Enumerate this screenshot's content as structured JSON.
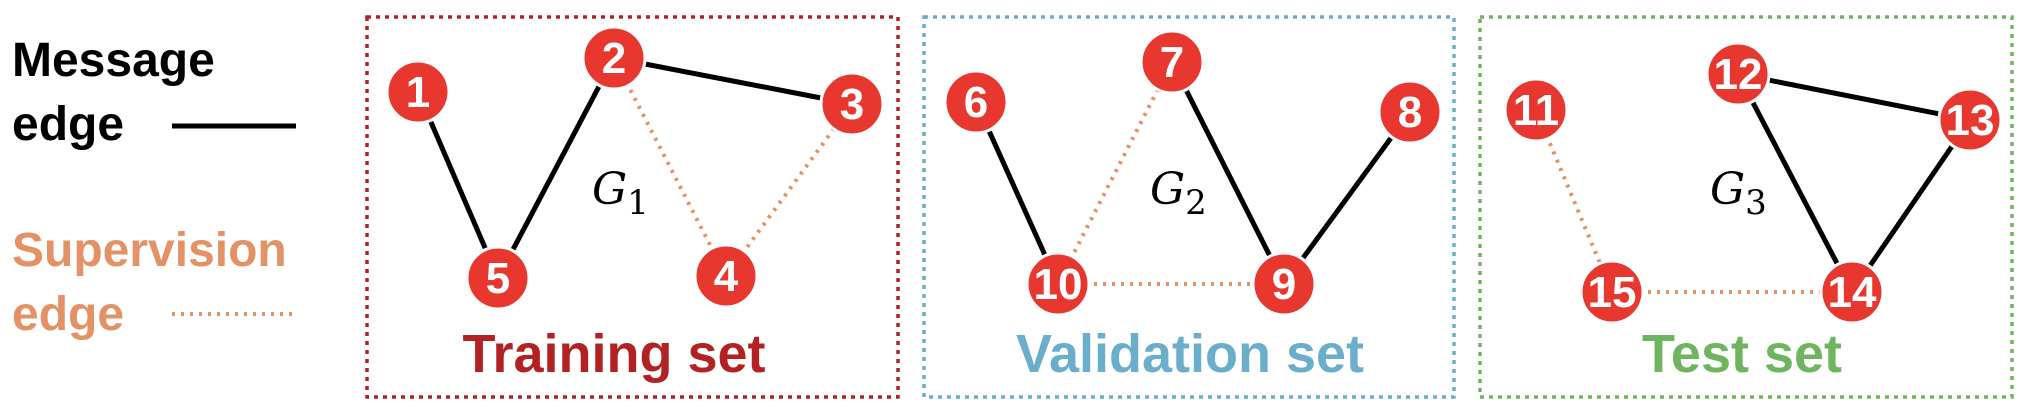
{
  "legend": {
    "message_edge_line1": "Message",
    "message_edge_line2": "edge",
    "supervision_edge_line1": "Supervision",
    "supervision_edge_line2": "edge"
  },
  "colors": {
    "node_fill": "#e8372e",
    "message_edge": "#000000",
    "supervision_edge": "#e39266",
    "training": "#b22222",
    "validation": "#6aaecb",
    "test": "#6fb560"
  },
  "panels": [
    {
      "id": "training",
      "title": "Training set",
      "graph_label": "G",
      "graph_sub": "1",
      "nodes": [
        "1",
        "2",
        "3",
        "4",
        "5"
      ],
      "message_edges": [
        [
          "1",
          "5"
        ],
        [
          "5",
          "2"
        ],
        [
          "2",
          "3"
        ]
      ],
      "supervision_edges": [
        [
          "2",
          "4"
        ],
        [
          "4",
          "3"
        ]
      ]
    },
    {
      "id": "validation",
      "title": "Validation set",
      "graph_label": "G",
      "graph_sub": "2",
      "nodes": [
        "6",
        "7",
        "8",
        "9",
        "10"
      ],
      "message_edges": [
        [
          "6",
          "10"
        ],
        [
          "7",
          "9"
        ],
        [
          "9",
          "8"
        ]
      ],
      "supervision_edges": [
        [
          "10",
          "7"
        ],
        [
          "10",
          "9"
        ]
      ]
    },
    {
      "id": "test",
      "title": "Test set",
      "graph_label": "G",
      "graph_sub": "3",
      "nodes": [
        "11",
        "12",
        "13",
        "14",
        "15"
      ],
      "message_edges": [
        [
          "12",
          "13"
        ],
        [
          "12",
          "14"
        ],
        [
          "14",
          "13"
        ]
      ],
      "supervision_edges": [
        [
          "11",
          "15"
        ],
        [
          "15",
          "14"
        ]
      ]
    }
  ]
}
